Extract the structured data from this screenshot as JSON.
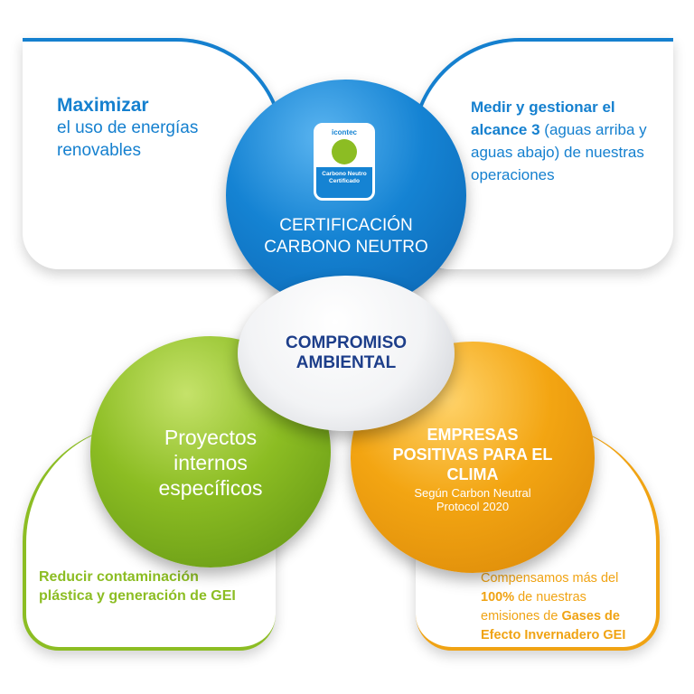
{
  "top_left": {
    "bold": "Maximizar",
    "rest": "el uso de energías renovables"
  },
  "top_right": {
    "bold1": "Medir y gestionar el alcance 3",
    "rest": " (aguas arriba y aguas abajo) de nuestras operaciones"
  },
  "bottom_left": {
    "text": "Reducir contaminación plástica y generación de GEI"
  },
  "bottom_right": {
    "t1": "Compensamos más del ",
    "b1": "100%",
    "t2": " de nuestras emisiones de ",
    "b2": "Gases de Efecto Invernadero GEI"
  },
  "blue_circle": {
    "badge_brand": "icontec",
    "badge_text": "Carbono Neutro Certificado",
    "title": "CERTIFICACIÓN CARBONO NEUTRO"
  },
  "center": {
    "title": "COMPROMISO AMBIENTAL"
  },
  "green_circle": {
    "title": "Proyectos internos específicos"
  },
  "orange_circle": {
    "title": "EMPRESAS POSITIVAS PARA EL CLIMA",
    "subtitle": "Según Carbon Neutral Protocol 2020"
  },
  "colors": {
    "blue": "#1580cf",
    "green": "#8cbd23",
    "orange": "#f0a313",
    "navy": "#1d3e8a"
  }
}
